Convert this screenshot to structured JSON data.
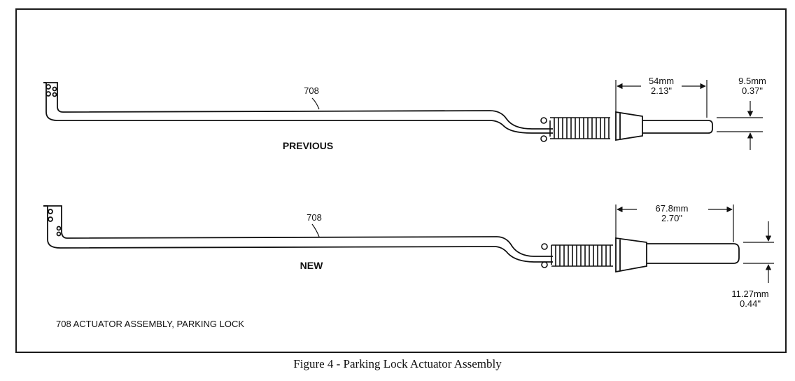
{
  "figure": {
    "caption": "Figure 4 - Parking Lock Actuator Assembly",
    "legend": "708  ACTUATOR ASSEMBLY, PARKING LOCK"
  },
  "previous": {
    "label": "PREVIOUS",
    "part_number": "708",
    "length_mm": "54mm",
    "length_in": "2.13\"",
    "diameter_mm": "9.5mm",
    "diameter_in": "0.37\""
  },
  "new": {
    "label": "NEW",
    "part_number": "708",
    "length_mm": "67.8mm",
    "length_in": "2.70\"",
    "diameter_mm": "11.27mm",
    "diameter_in": "0.44\""
  }
}
